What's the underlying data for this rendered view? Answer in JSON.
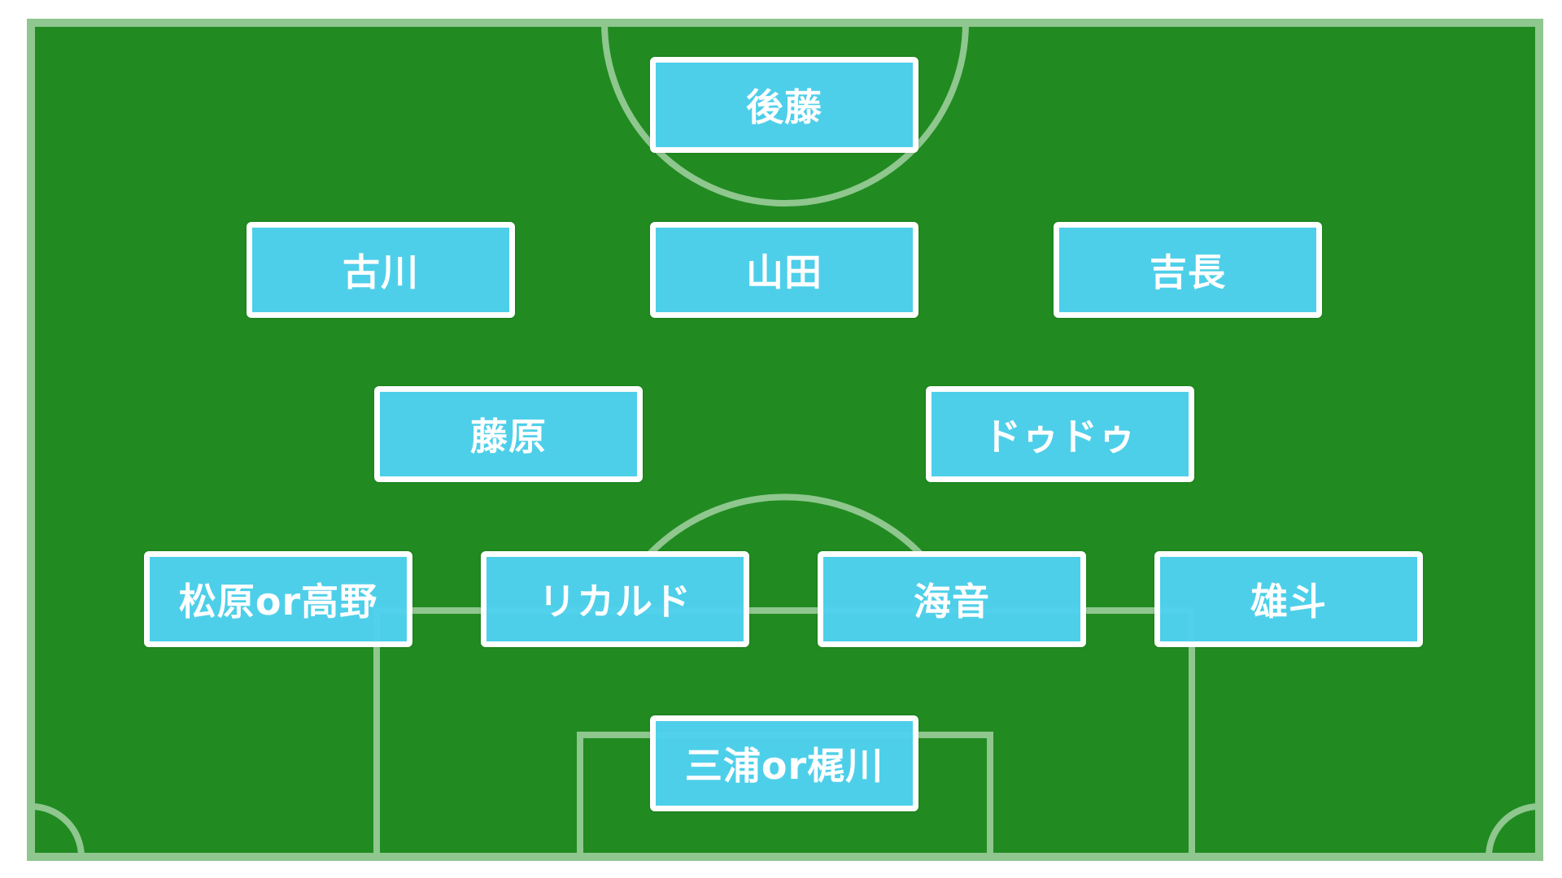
{
  "colors": {
    "pitch": "#218b21",
    "lines": "#8fc78f",
    "box_fill": "#50d2f0",
    "box_border": "#ffffff",
    "text": "#ffffff"
  },
  "formation": {
    "gk": "後藤",
    "def": {
      "left": "古川",
      "center": "山田",
      "right": "吉長"
    },
    "dmf": {
      "left": "藤原",
      "right": "ドゥドゥ"
    },
    "mid": {
      "wide_left": "松原or高野",
      "inside_left": "リカルド",
      "inside_right": "海音",
      "wide_right": "雄斗"
    },
    "fw": "三浦or梶川"
  }
}
